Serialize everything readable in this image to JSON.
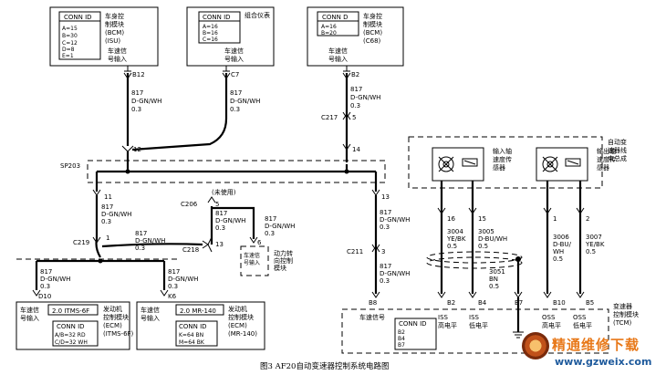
{
  "diagram": {
    "bcm_isu": {
      "conn_id": "CONN ID",
      "pins": [
        "A=15",
        "B=30",
        "C=12",
        "D=8",
        "E=1"
      ],
      "module_name": [
        "车身控",
        "制模块",
        "(BCM)",
        "(ISU)"
      ],
      "input_label": [
        "车速信",
        "号输入"
      ],
      "pin": "B12",
      "wire": [
        "817",
        "D-GN/WH",
        "0.3"
      ],
      "splice_pin": "12"
    },
    "ipc": {
      "conn_id": "CONN ID",
      "pins": [
        "A=16",
        "B=16",
        "C=16"
      ],
      "module_name": [
        "组合仪表"
      ],
      "input_label": [
        "车速信",
        "号输入"
      ],
      "pin": "C7",
      "wire": [
        "817",
        "D-GN/WH",
        "0.3"
      ]
    },
    "bcm_c68": {
      "conn_id": "CONN D",
      "pins": [
        "A=16",
        "B=20"
      ],
      "module_name": [
        "车身控",
        "制模块",
        "(BCM)",
        "(C68)"
      ],
      "input_label": [
        "车速信",
        "号输入"
      ],
      "pin": "B2",
      "wire": [
        "817",
        "D-GN/WH",
        "0.3"
      ],
      "connector": "C217",
      "conn_pin": "5",
      "splice_pin": "14"
    },
    "splice": "SP203",
    "left_branch": {
      "pin": "11",
      "wire": [
        "817",
        "D-GN/WH",
        "0.3"
      ],
      "connector": "C219",
      "conn_pin": "1",
      "wire_right": [
        "817",
        "D-GN/WH",
        "0.3"
      ],
      "c218": "C218",
      "c218_pin": "13"
    },
    "unused": {
      "label": "(未使用)",
      "connector": "C206",
      "pin": "5",
      "wire": [
        "817",
        "D-GN/WH",
        "0.3"
      ]
    },
    "power_steering": {
      "wire": [
        "817",
        "D-GN/WH",
        "0.3"
      ],
      "pin": "6",
      "input_label": [
        "车速信",
        "号输入"
      ],
      "module_name": [
        "动力转",
        "向控制",
        "模块"
      ]
    },
    "ecm_left": {
      "wire": [
        "817",
        "D-GN/WH",
        "0.3"
      ],
      "pin": "D10",
      "engine_tag": "2.0 ITMS-6F",
      "input_label": [
        "车速信",
        "号输入"
      ],
      "conn_id": "CONN ID",
      "pins": [
        "A/B=32 RD",
        "C/D=32 WH"
      ],
      "module_name": [
        "发动机",
        "控制模块",
        "(ECM)",
        "(ITMS-6F)"
      ]
    },
    "ecm_right": {
      "wire": [
        "817",
        "D-GN/WH",
        "0.3"
      ],
      "pin": "K6",
      "engine_tag": "2.0 MR-140",
      "input_label": [
        "车速信",
        "号输入"
      ],
      "conn_id": "CONN ID",
      "pins": [
        "K=64 BN",
        "M=64 BK"
      ],
      "module_name": [
        "发动机",
        "控制模块",
        "(ECM)",
        "(MR-140)"
      ]
    },
    "tcm_branch": {
      "pin": "13",
      "wire": [
        "817",
        "D-GN/WH",
        "0.3"
      ],
      "connector": "C211",
      "conn_pin": "3",
      "wire_lower": [
        "817",
        "D-GN/WH",
        "0.3"
      ],
      "tcm_pin": "B8"
    },
    "tcm": {
      "conn_id": "CONN ID",
      "pins": [
        "B2",
        "B4",
        "B7",
        "B10",
        "B5"
      ],
      "speed_label": "车速信号",
      "module_name": [
        "变速器",
        "控制模块",
        "(TCM)"
      ],
      "iss_high": [
        "ISS",
        "高电平"
      ],
      "iss_low": [
        "ISS",
        "低电平"
      ],
      "oss_high": [
        "OSS",
        "高电平"
      ],
      "oss_low": [
        "OSS",
        "低电平"
      ]
    },
    "transmission": {
      "label": [
        "自动变",
        "速器线",
        "束总成"
      ],
      "input_sensor": [
        "输入轴",
        "速度传",
        "感器"
      ],
      "output_sensor": [
        "输出轴",
        "速度传",
        "感器"
      ],
      "iss_pins": [
        "16",
        "15"
      ],
      "oss_pins": [
        "1",
        "2"
      ],
      "wire_3004": [
        "3004",
        "YE/BK",
        "0.5"
      ],
      "wire_3005": [
        "3005",
        "D-BU/WH",
        "0.5"
      ],
      "wire_3006": [
        "3006",
        "D-BU/",
        "WH",
        "0.5"
      ],
      "wire_3007": [
        "3007",
        "YE/BK",
        "0.5"
      ],
      "wire_3051": [
        "3051",
        "BN",
        "0.5"
      ]
    },
    "caption": "图3 AF20自动变速器控制系统电路图",
    "watermark": {
      "text": "精通维修下载",
      "url": "www.gzweix.com"
    }
  }
}
